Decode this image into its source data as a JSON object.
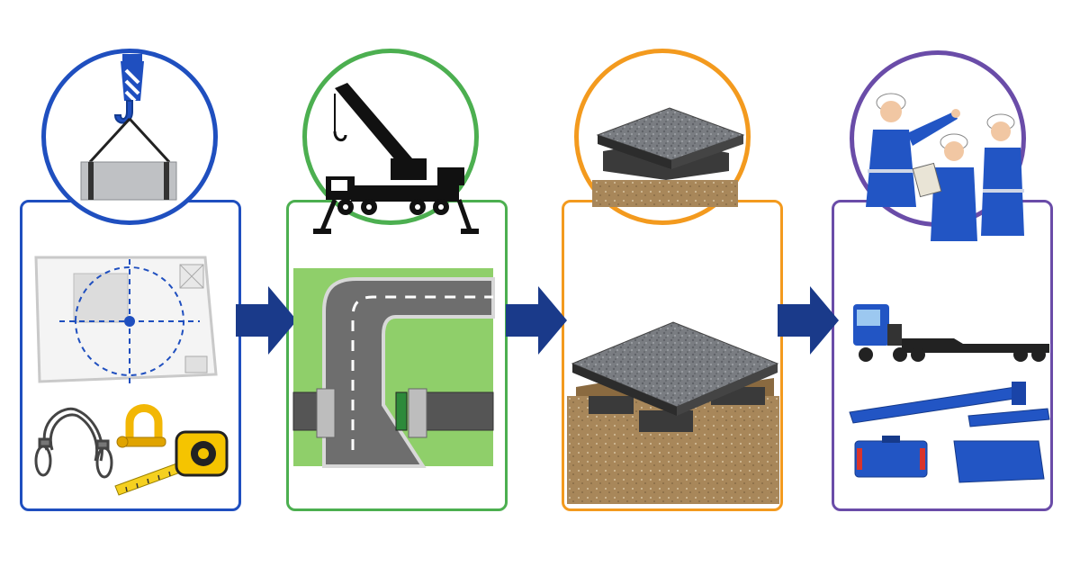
{
  "steps": [
    {
      "id": "lift-planning",
      "color": "#1f4fbf",
      "icons": [
        "crane-hook-icon",
        "site-plan-icon",
        "wire-rope-sling-icon",
        "shackle-icon",
        "tape-measure-icon"
      ]
    },
    {
      "id": "site-access",
      "color": "#4caf50",
      "icons": [
        "mobile-crane-icon",
        "access-road-icon",
        "site-gate-icon"
      ]
    },
    {
      "id": "ground-preparation",
      "color": "#f39a1e",
      "icons": [
        "outrigger-mat-icon",
        "ground-bearing-icon"
      ]
    },
    {
      "id": "crane-delivery-assembly",
      "color": "#6a4ca8",
      "icons": [
        "site-workers-icon",
        "low-loader-truck-icon",
        "crane-boom-sections-icon",
        "counterweight-icon"
      ]
    }
  ],
  "colors": {
    "arrow": "#1a3a8a",
    "crane_blue": "#2255c4",
    "grass": "#8fcf6a",
    "road": "#6e6e6e",
    "mat": "#7a7d82",
    "soil": "#a8875a"
  }
}
